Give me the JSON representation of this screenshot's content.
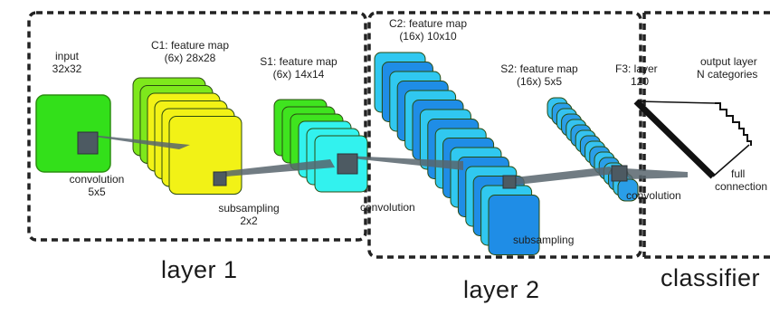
{
  "labels": {
    "input": "input",
    "input_size": "32x32",
    "c1_title": "C1: feature map",
    "c1_size": "(6x) 28x28",
    "s1_title": "S1: feature map",
    "s1_size": "(6x) 14x14",
    "c2_title": "C2: feature map",
    "c2_size": "(16x) 10x10",
    "s2_title": "S2: feature map",
    "s2_size": "(16x) 5x5",
    "f3_title": "F3: layer",
    "f3_size": "120",
    "output_title": "output layer",
    "output_size": "N categories",
    "conv1": "convolution",
    "conv1_kernel": "5x5",
    "sub1": "subsampling",
    "sub1_kernel": "2x2",
    "conv2": "convolution",
    "sub2": "subsampling",
    "conv3": "convolution",
    "full": "full",
    "connection": "connection"
  },
  "groups": {
    "layer1": "layer 1",
    "layer2": "layer 2",
    "classifier": "classifier"
  },
  "colors": {
    "input_green": "#33e01a",
    "c1_green": "#7ee81c",
    "c1_yellow": "#f2f216",
    "s1_green": "#3fe41f",
    "s1_cyan": "#32f2ee",
    "c2_cyan": "#30c8f0",
    "c2_blue": "#1f8de6",
    "s2_blue": "#2a9ee8",
    "outline": "#2a4a10",
    "kernel": "#4d5a62",
    "dashed": "#222222"
  }
}
